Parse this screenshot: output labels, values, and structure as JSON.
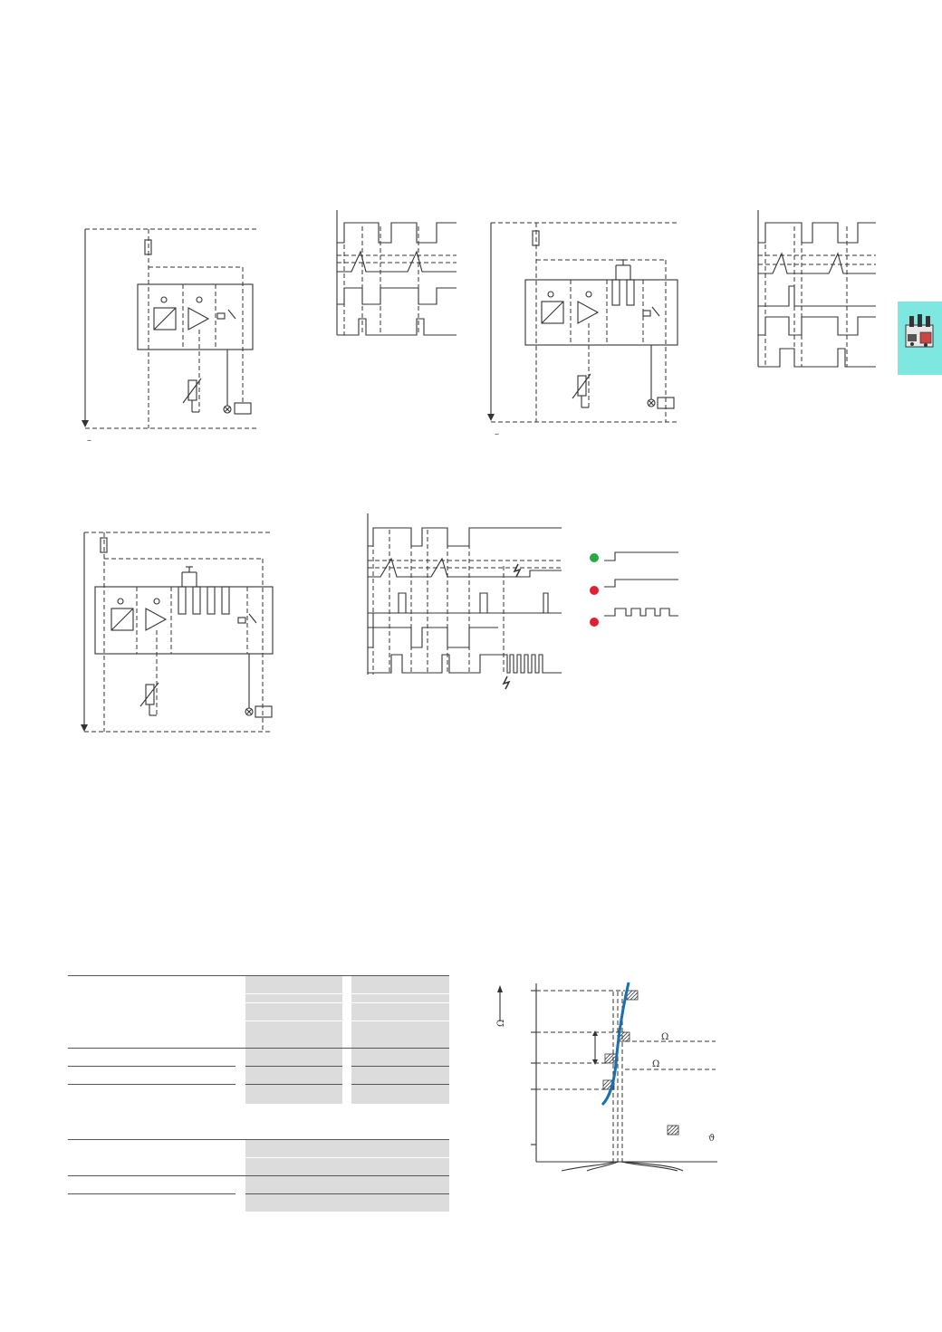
{
  "page": {
    "side_tab_color": "#7ee7e0"
  },
  "labels": {
    "minus_1": "–",
    "minus_2": "–",
    "omega_axis": "Ω",
    "omega_1": "Ω",
    "omega_2": "Ω",
    "theta_axis": "ϑ"
  },
  "indicators": [
    {
      "color": "#27a844",
      "signal": "steady"
    },
    {
      "color": "#e02030",
      "signal": "steady"
    },
    {
      "color": "#e02030",
      "signal": "pulsing"
    }
  ],
  "curve_color": "#1a6fb0"
}
